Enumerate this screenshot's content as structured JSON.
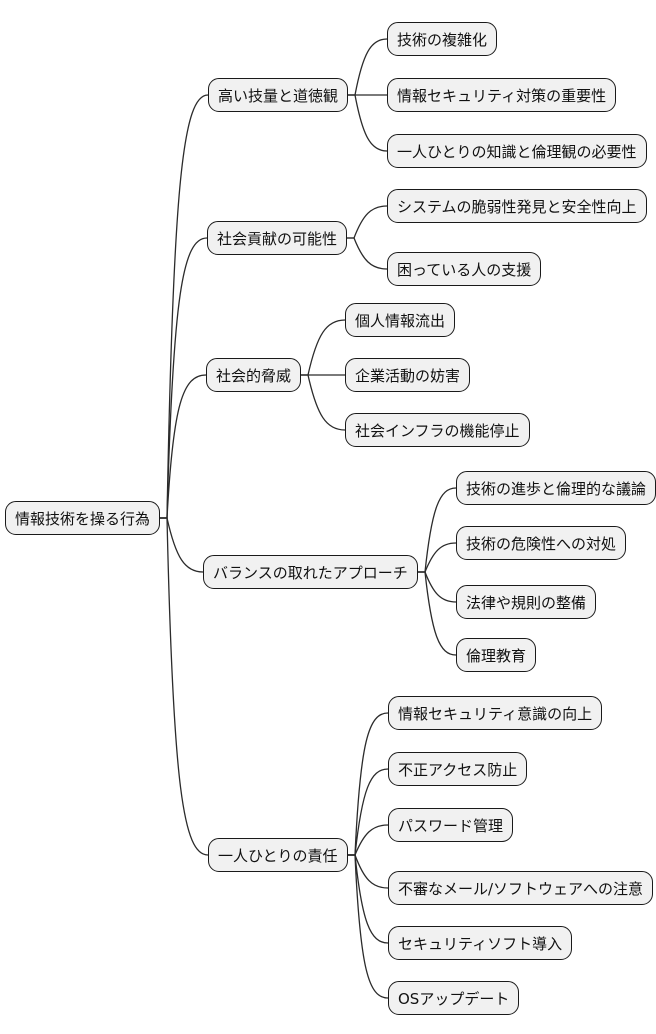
{
  "root": {
    "label": "情報技術を操る行為"
  },
  "branches": [
    {
      "label": "高い技量と道徳観",
      "children": [
        {
          "label": "技術の複雑化"
        },
        {
          "label": "情報セキュリティ対策の重要性"
        },
        {
          "label": "一人ひとりの知識と倫理観の必要性"
        }
      ]
    },
    {
      "label": "社会貢献の可能性",
      "children": [
        {
          "label": "システムの脆弱性発見と安全性向上"
        },
        {
          "label": "困っている人の支援"
        }
      ]
    },
    {
      "label": "社会的脅威",
      "children": [
        {
          "label": "個人情報流出"
        },
        {
          "label": "企業活動の妨害"
        },
        {
          "label": "社会インフラの機能停止"
        }
      ]
    },
    {
      "label": "バランスの取れたアプローチ",
      "children": [
        {
          "label": "技術の進歩と倫理的な議論"
        },
        {
          "label": "技術の危険性への対処"
        },
        {
          "label": "法律や規則の整備"
        },
        {
          "label": "倫理教育"
        }
      ]
    },
    {
      "label": "一人ひとりの責任",
      "children": [
        {
          "label": "情報セキュリティ意識の向上"
        },
        {
          "label": "不正アクセス防止"
        },
        {
          "label": "パスワード管理"
        },
        {
          "label": "不審なメール/ソフトウェアへの注意"
        },
        {
          "label": "セキュリティソフト導入"
        },
        {
          "label": "OSアップデート"
        }
      ]
    }
  ],
  "style": {
    "node_fill": "#f1f1f1",
    "node_border": "#1a1a1a",
    "edge_color": "#2b2b2b",
    "background": "#ffffff"
  }
}
